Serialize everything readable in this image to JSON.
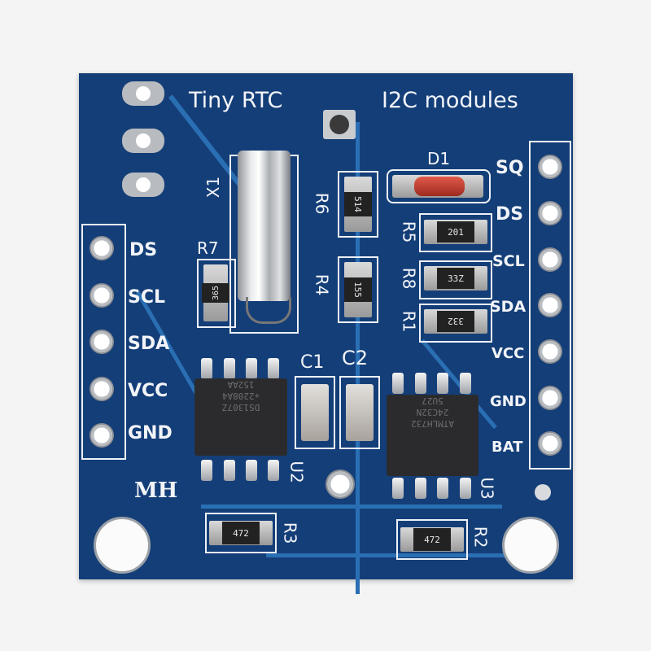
{
  "board": {
    "title_left": "Tiny RTC",
    "title_right": "I2C  modules",
    "maker_mark": "MH",
    "colors": {
      "pcb": "#143e78",
      "silkscreen": "#f2f4f8",
      "trace": "#2a6fb3",
      "background": "#f4f4f4",
      "diode_body": "#c0392b"
    }
  },
  "left_header": {
    "pins": [
      "DS",
      "SCL",
      "SDA",
      "VCC",
      "GND"
    ]
  },
  "right_header": {
    "pins": [
      "SQ",
      "DS",
      "SCL",
      "SDA",
      "VCC",
      "GND",
      "BAT"
    ]
  },
  "components": {
    "crystal": {
      "ref": "X1"
    },
    "diode": {
      "ref": "D1"
    },
    "resistors": [
      {
        "ref": "R1",
        "code": "332"
      },
      {
        "ref": "R2",
        "code": "472"
      },
      {
        "ref": "R3",
        "code": "472"
      },
      {
        "ref": "R4",
        "code": "155"
      },
      {
        "ref": "R5",
        "code": "201"
      },
      {
        "ref": "R6",
        "code": "514"
      },
      {
        "ref": "R7",
        "code": "365"
      },
      {
        "ref": "R8",
        "code": "33Z"
      }
    ],
    "capacitors": [
      {
        "ref": "C1"
      },
      {
        "ref": "C2"
      }
    ],
    "u2": {
      "ref": "U2",
      "lines": [
        "DS1307Z",
        "+2208A4",
        "152AA"
      ]
    },
    "u3": {
      "ref": "U3",
      "lines": [
        "ATMLH732",
        "24C32N",
        "5U27"
      ]
    }
  }
}
